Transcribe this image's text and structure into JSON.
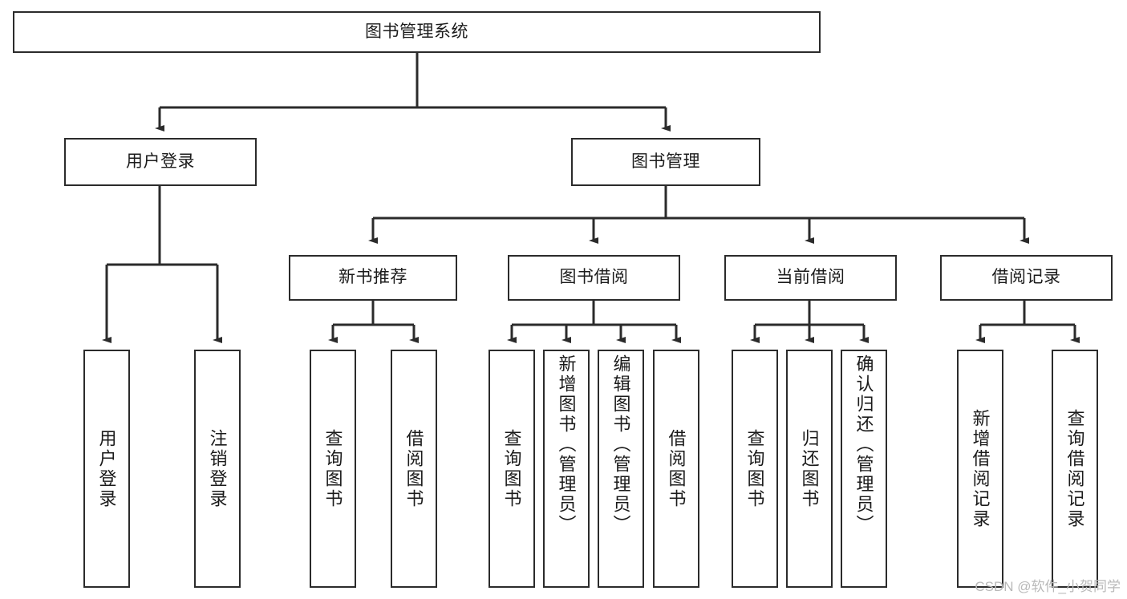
{
  "diagram": {
    "title": "图书管理系统",
    "type": "hierarchy-tree",
    "colors": {
      "stroke": "#2b2b2b",
      "fill": "#ffffff",
      "text": "#1b1b1b",
      "watermark": "#b9b9b9"
    },
    "root": {
      "label": "图书管理系统"
    },
    "level2": [
      {
        "label": "用户登录"
      },
      {
        "label": "图书管理"
      }
    ],
    "level3": [
      {
        "label": "新书推荐"
      },
      {
        "label": "图书借阅"
      },
      {
        "label": "当前借阅"
      },
      {
        "label": "借阅记录"
      }
    ],
    "leaves": {
      "user_login": [
        {
          "label": "用户登录"
        },
        {
          "label": "注销登录"
        }
      ],
      "new_book_recommend": [
        {
          "label": "查询图书"
        },
        {
          "label": "借阅图书"
        }
      ],
      "book_borrow": [
        {
          "label": "查询图书"
        },
        {
          "label": "新增图书（管理员）"
        },
        {
          "label": "编辑图书（管理员）"
        },
        {
          "label": "借阅图书"
        }
      ],
      "current_borrow": [
        {
          "label": "查询图书"
        },
        {
          "label": "归还图书"
        },
        {
          "label": "确认归还（管理员）"
        }
      ],
      "borrow_record": [
        {
          "label": "新增借阅记录"
        },
        {
          "label": "查询借阅记录"
        }
      ]
    }
  },
  "watermark": {
    "text": "CSDN @软件_小贺同学"
  }
}
